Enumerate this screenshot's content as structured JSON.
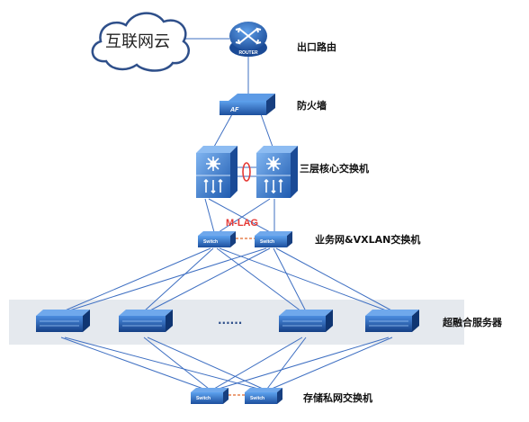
{
  "diagram": {
    "cloud_label": "互联网云",
    "router_text": "ROUTER",
    "firewall_text": "AF",
    "mlag_label": "M-LAG",
    "ellipsis": "......",
    "labels": {
      "router": "出口路由",
      "firewall": "防火墙",
      "core": "三层核心交换机",
      "access": "业务网&VXLAN交换机",
      "servers": "超融合服务器",
      "storage": "存储私网交换机"
    },
    "colors": {
      "link": "#3e6fc2",
      "device_dark": "#1f4f9c",
      "device_light": "#4f8fe0",
      "band": "#e5e9ee",
      "mlag": "#e53935",
      "lag_link": "#e0672b"
    }
  }
}
